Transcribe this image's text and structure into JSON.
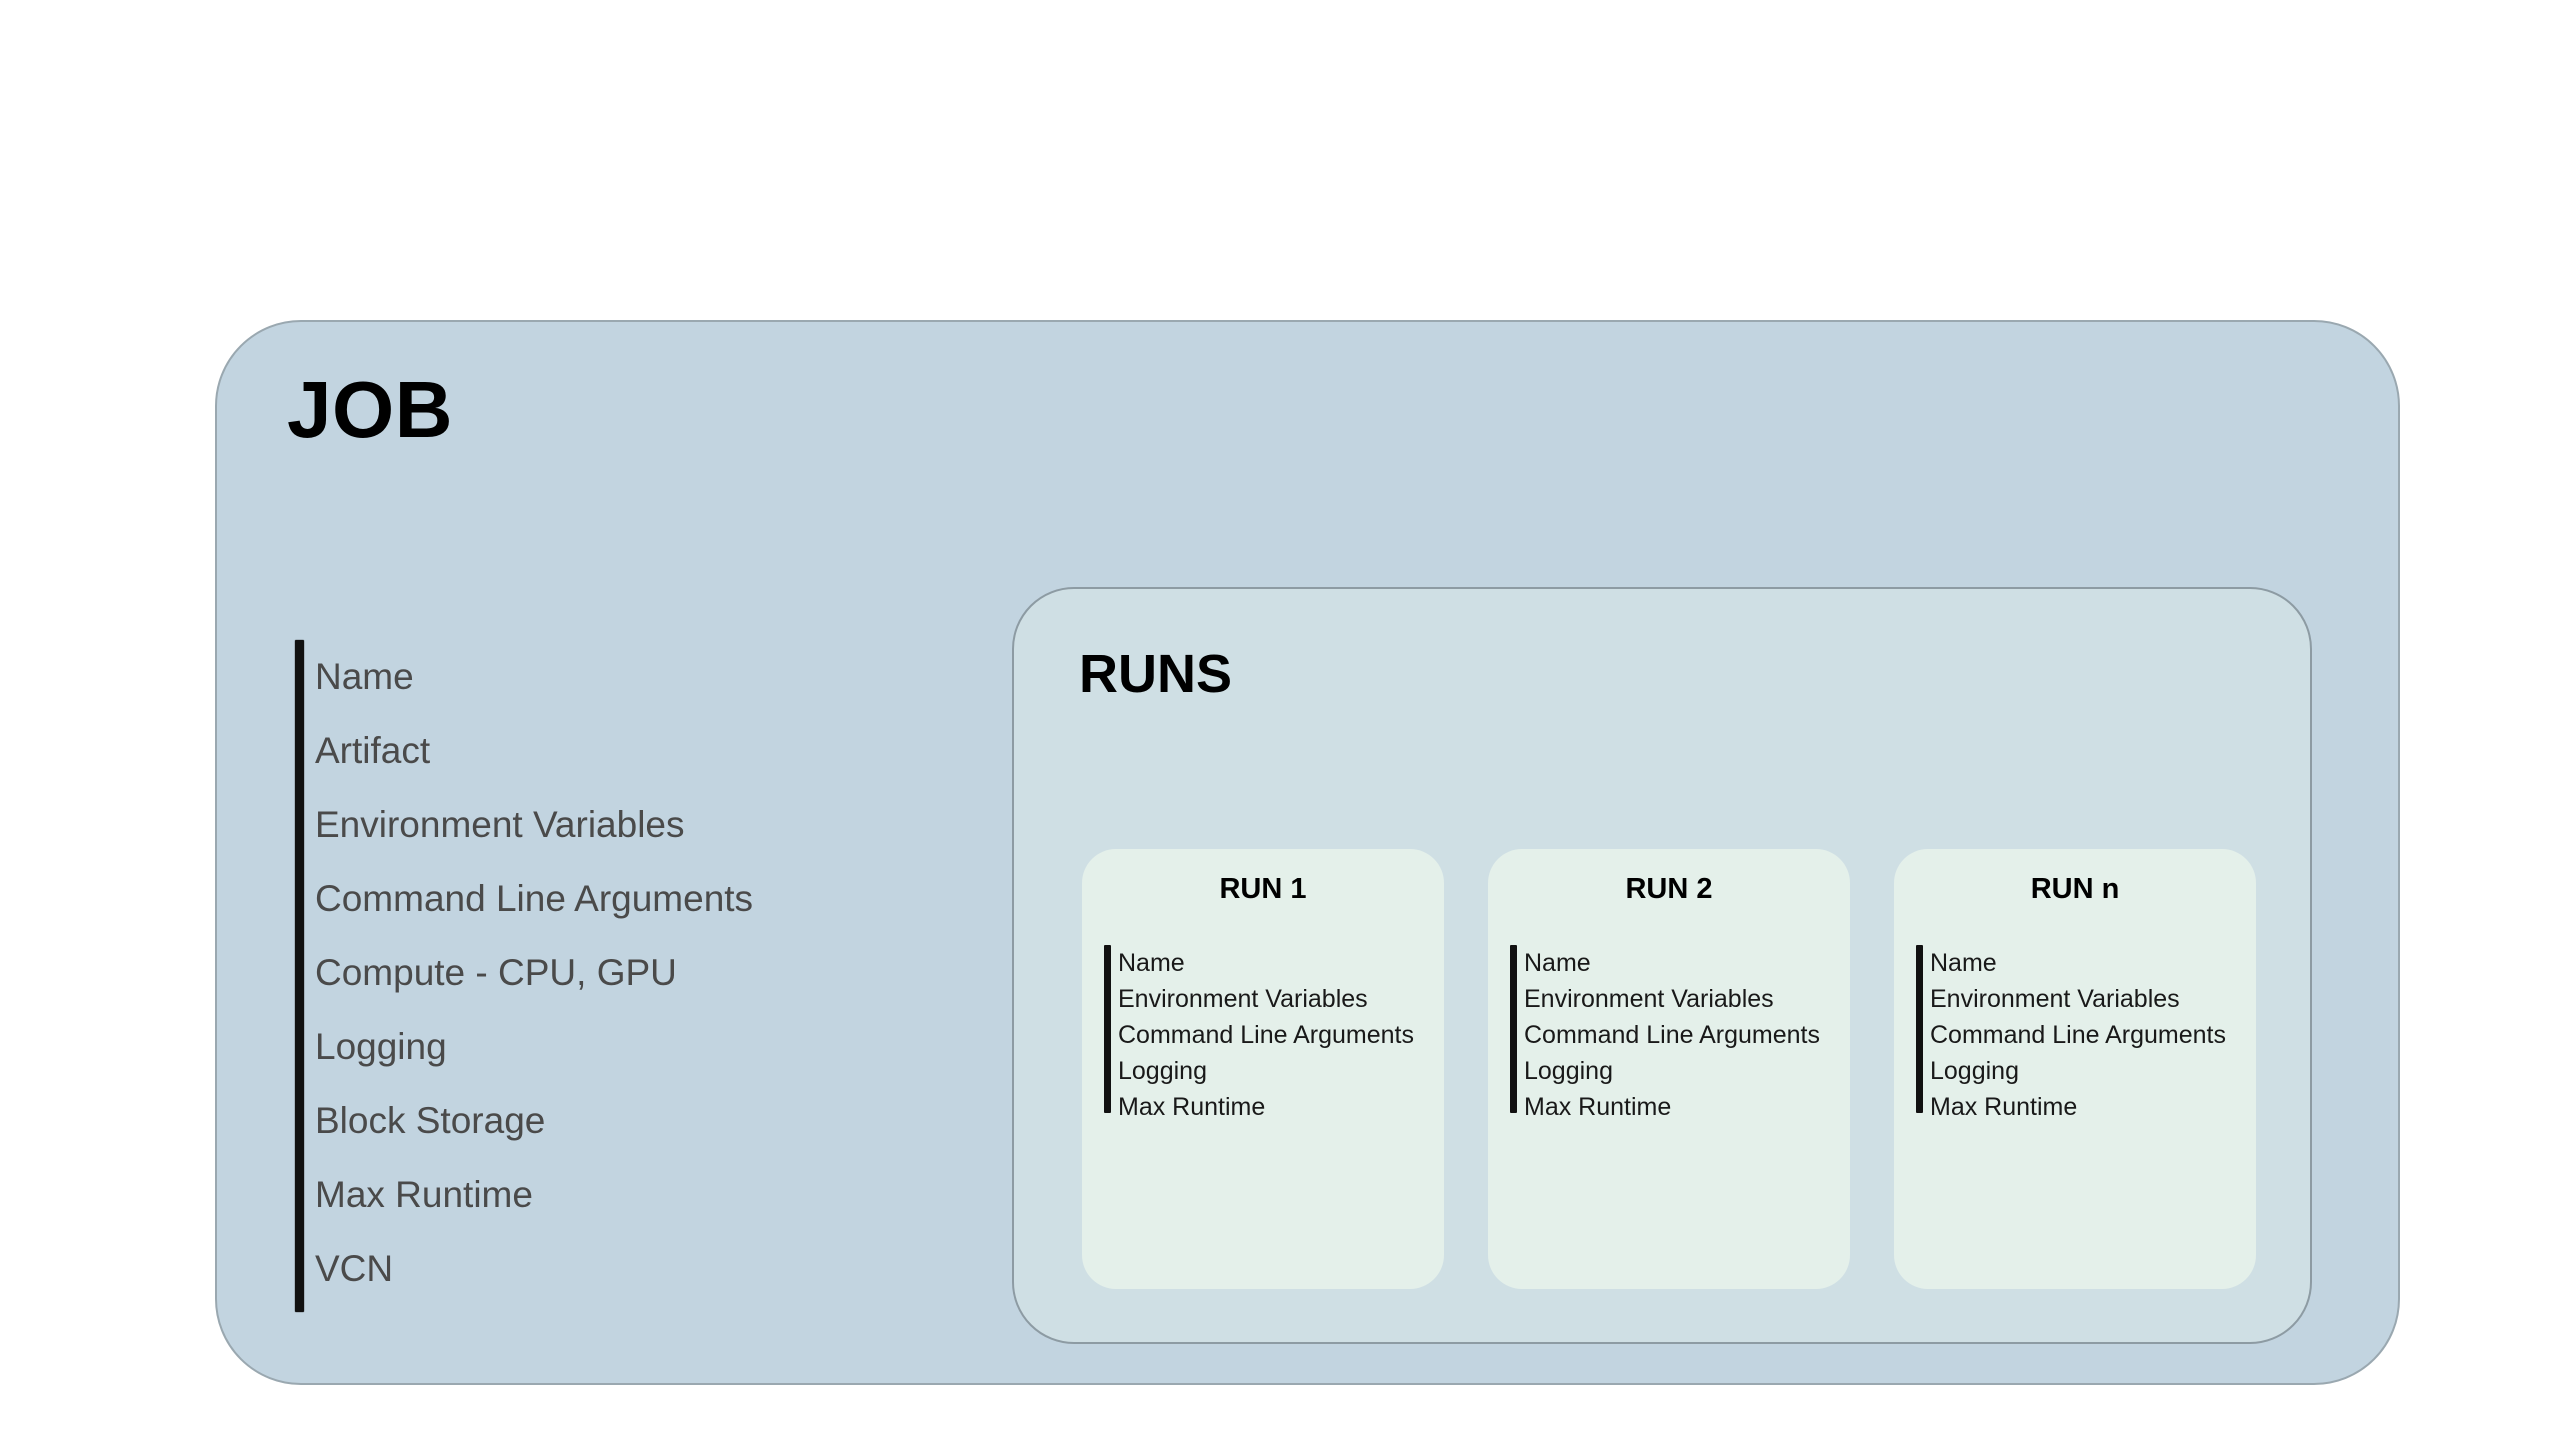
{
  "diagram": {
    "title": "JOB",
    "job": {
      "title": "JOB",
      "properties": [
        "Name",
        "Artifact",
        "Environment Variables",
        "Command Line Arguments",
        "Compute - CPU, GPU",
        "Logging",
        "Block Storage",
        "Max Runtime",
        "VCN"
      ]
    },
    "runs": {
      "title": "RUNS",
      "cards": [
        {
          "title": "RUN 1",
          "properties": [
            "Name",
            "Environment Variables",
            "Command Line Arguments",
            "Logging",
            "Max Runtime"
          ]
        },
        {
          "title": "RUN 2",
          "properties": [
            "Name",
            "Environment Variables",
            "Command Line Arguments",
            "Logging",
            "Max Runtime"
          ]
        },
        {
          "title": "RUN n",
          "properties": [
            "Name",
            "Environment Variables",
            "Command Line Arguments",
            "Logging",
            "Max Runtime"
          ]
        }
      ]
    },
    "colors": {
      "job_panel_bg": "#c2d4e0",
      "runs_panel_bg": "#cfdfe4",
      "run_card_bg": "#e4f0ea",
      "panel_border": "#9aa8b0",
      "job_text": "#4a4a4a",
      "run_text": "#191919",
      "title_text": "#000000",
      "list_bar": "#111111",
      "page_bg": "#ffffff"
    }
  }
}
